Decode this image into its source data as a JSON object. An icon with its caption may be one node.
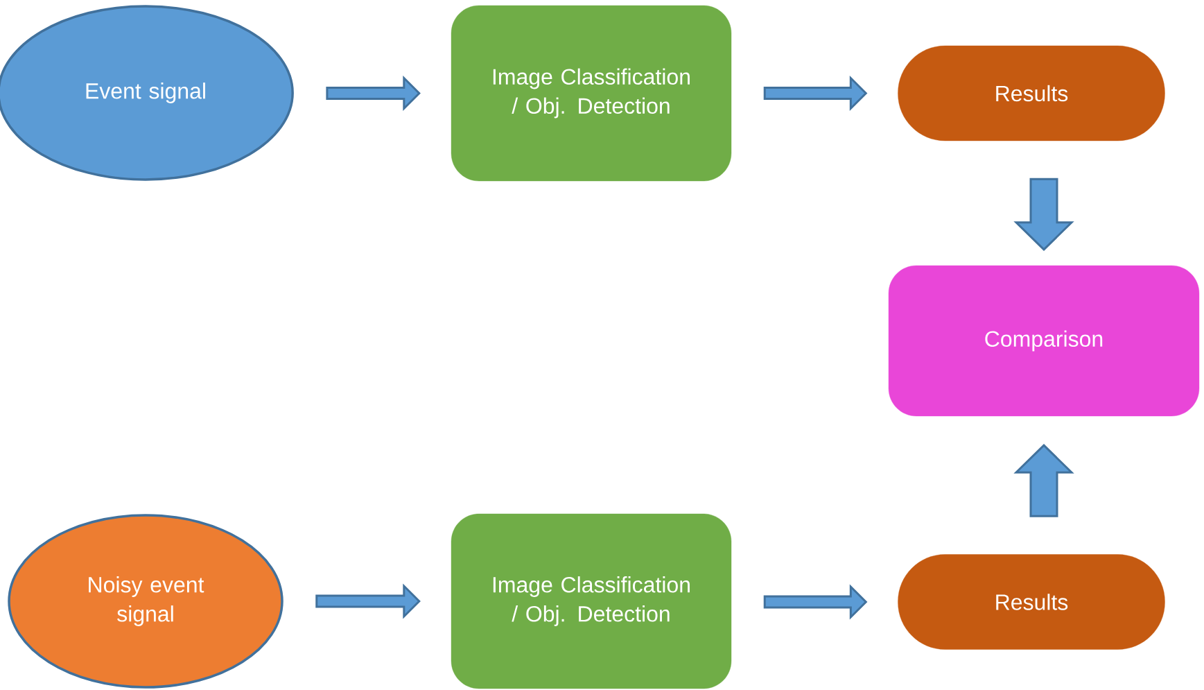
{
  "diagram": {
    "nodes": [
      {
        "text": [
          "Event signal"
        ]
      },
      {
        "text": [
          "Image Classification / Obj. Detection"
        ]
      },
      {
        "text": [
          "Results"
        ]
      },
      {
        "text": [
          "Comparison"
        ]
      },
      {
        "text": [
          "Noisy event signal"
        ]
      },
      {
        "text": [
          "Image Classification / Obj. Detection"
        ]
      },
      {
        "text": [
          "Results"
        ]
      }
    ],
    "edges": [
      {
        "from": 0,
        "to": 1,
        "arrow": "to"
      },
      {
        "from": 1,
        "to": 2,
        "arrow": "to"
      },
      {
        "from": 2,
        "to": 3,
        "arrow": "to"
      },
      {
        "from": 4,
        "to": 5,
        "arrow": "to"
      },
      {
        "from": 5,
        "to": 6,
        "arrow": "to"
      },
      {
        "from": 6,
        "to": 3,
        "arrow": "to"
      }
    ]
  }
}
